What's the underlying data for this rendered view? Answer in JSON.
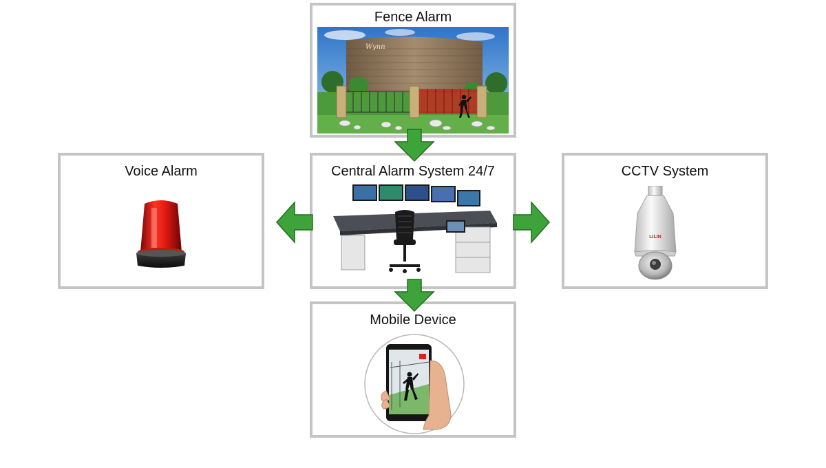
{
  "nodes": {
    "fence": {
      "title": "Fence Alarm"
    },
    "central": {
      "title": "Central Alarm System 24/7"
    },
    "voice": {
      "title": "Voice Alarm"
    },
    "cctv": {
      "title": "CCTV System"
    },
    "mobile": {
      "title": "Mobile Device"
    }
  },
  "logo_text": "Wynn",
  "camera_brand": "LILIN",
  "colors": {
    "arrow": "#3ea33a",
    "arrow_dark": "#1f6e1c",
    "border": "#c4c4c4",
    "siren_red": "#e21a12"
  }
}
